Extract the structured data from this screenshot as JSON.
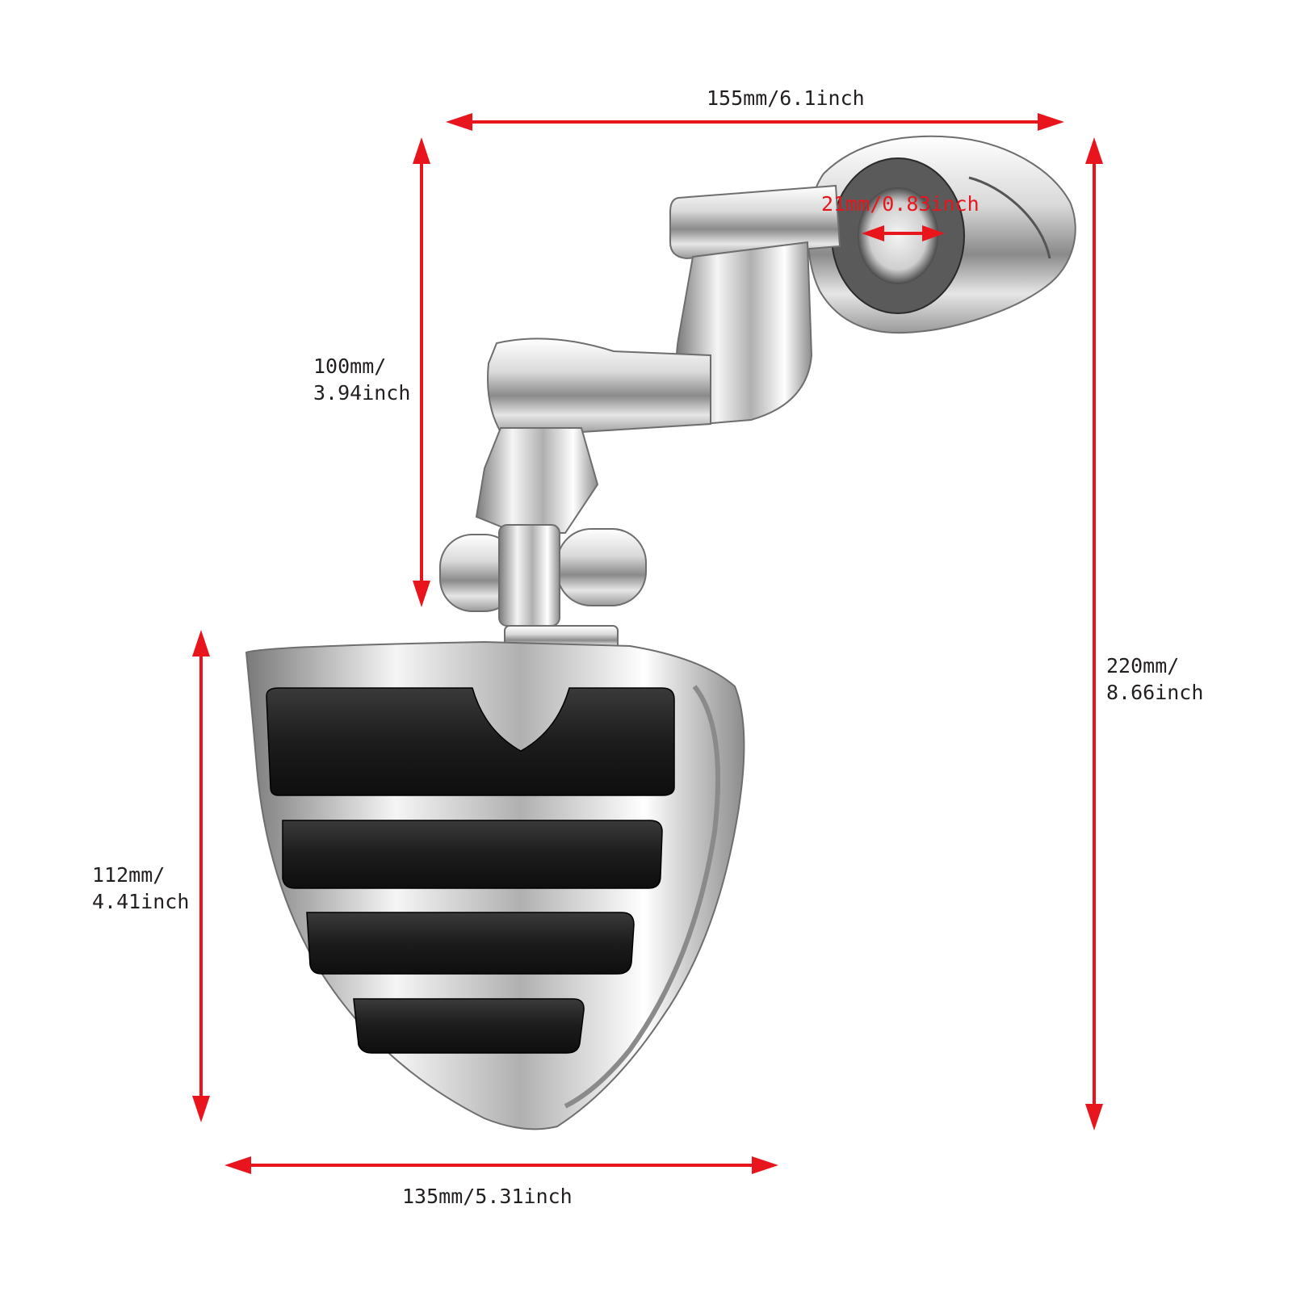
{
  "colors": {
    "dimension_line": "#e8161c",
    "label_text": "#231f20",
    "chrome_light": "#f2f2f2",
    "chrome_mid": "#b8b8b8",
    "chrome_dark": "#6e6e6e",
    "rubber": "#1c1c1c",
    "background": "#ffffff"
  },
  "dimensions": {
    "top_width": {
      "text": "155mm/6.1inch"
    },
    "clamp_diameter": {
      "text": "21mm/0.83inch"
    },
    "arm_height": {
      "line1": "100mm/",
      "line2": "3.94inch"
    },
    "total_height": {
      "line1": "220mm/",
      "line2": "8.66inch"
    },
    "board_height": {
      "line1": "112mm/",
      "line2": "4.41inch"
    },
    "board_width": {
      "text": "135mm/5.31inch"
    }
  },
  "product": {
    "parts": [
      "clamp",
      "offset-arm",
      "pivot-mount",
      "footboard"
    ],
    "footboard_rubber_ribs": 4
  }
}
